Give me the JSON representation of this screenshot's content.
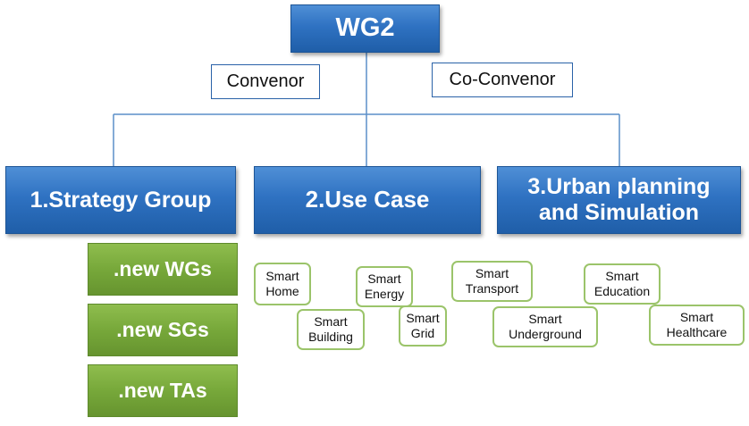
{
  "top": {
    "title": "WG2"
  },
  "roles": {
    "convenor": "Convenor",
    "co_convenor": "Co-Convenor"
  },
  "groups": {
    "strategy": "1.Strategy Group",
    "use_case": "2.Use Case",
    "urban_line1": "3.Urban planning",
    "urban_line2": "and Simulation"
  },
  "strategy_items": {
    "wgs": ".new WGs",
    "sgs": ".new SGs",
    "tas": ".new TAs"
  },
  "use_cases": {
    "home": [
      "Smart",
      "Home"
    ],
    "energy": [
      "Smart",
      "Energy"
    ],
    "building": [
      "Smart",
      "Building"
    ],
    "grid": [
      "Smart",
      "Grid"
    ],
    "transport": [
      "Smart",
      "Transport"
    ],
    "underground": [
      "Smart",
      "Underground"
    ],
    "education": [
      "Smart",
      "Education"
    ],
    "healthcare": [
      "Smart",
      "Healthcare"
    ]
  },
  "colors": {
    "primary_blue": "#2f72c2",
    "connector_blue": "#5b8fc9",
    "green": "#77a83a",
    "pill_border": "#9bc46a"
  }
}
